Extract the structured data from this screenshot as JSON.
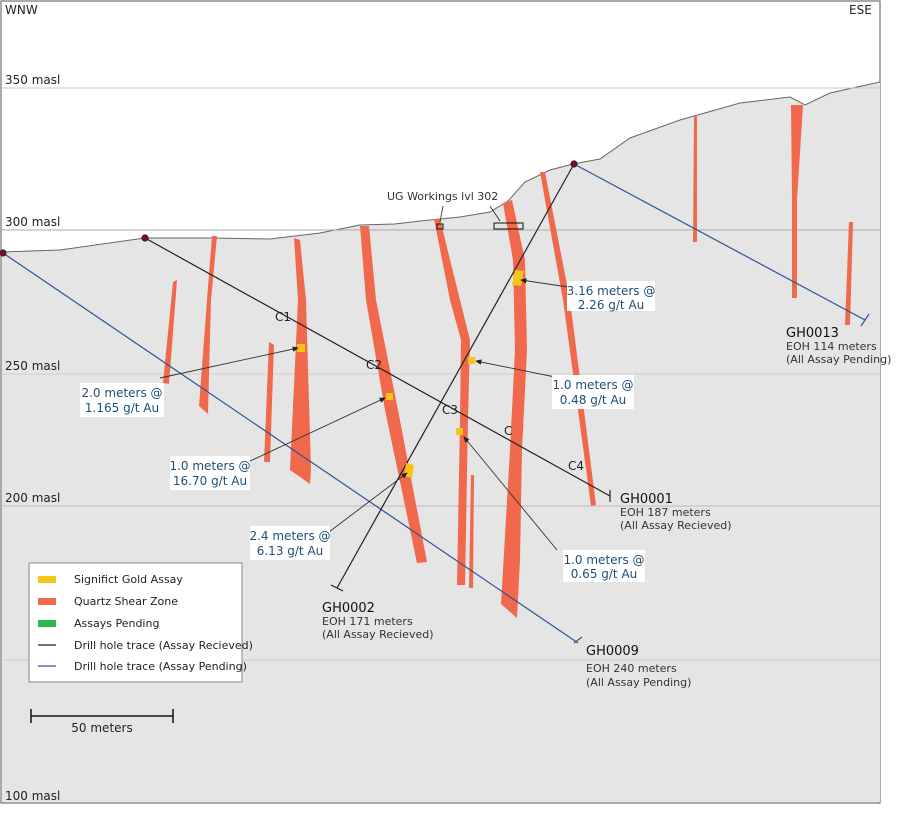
{
  "orientation": {
    "left": "WNW",
    "right": "ESE"
  },
  "elevations": [
    {
      "label": "350 masl",
      "masl": 350
    },
    {
      "label": "300 masl",
      "masl": 300
    },
    {
      "label": "250 masl",
      "masl": 250
    },
    {
      "label": "200 masl",
      "masl": 200
    },
    {
      "label": "100 masl",
      "masl": 100
    }
  ],
  "ug_label": "UG Workings lvl 302",
  "zone_labels": [
    "C1",
    "C2",
    "C3",
    "C",
    "C4"
  ],
  "drill_holes": [
    {
      "id": "GH0001",
      "eoh": "EOH 187 meters",
      "status": "(All Assay Recieved)",
      "assay_status": "received"
    },
    {
      "id": "GH0002",
      "eoh": "EOH 171 meters",
      "status": "(All Assay Recieved)",
      "assay_status": "received"
    },
    {
      "id": "GH0009",
      "eoh": "EOH 240 meters",
      "status": "(All Assay Pending)",
      "assay_status": "pending"
    },
    {
      "id": "GH0013",
      "eoh": "EOH 114 meters",
      "status": "(All Assay Pending)",
      "assay_status": "pending"
    }
  ],
  "assays": [
    {
      "line1": "2.0 meters @",
      "line2": "1.165  g/t Au"
    },
    {
      "line1": "1.0 meters @",
      "line2": "16.70 g/t Au"
    },
    {
      "line1": "2.4 meters @",
      "line2": "6.13 g/t Au"
    },
    {
      "line1": "3.16 meters @",
      "line2": "2.26 g/t Au"
    },
    {
      "line1": "1.0 meters @",
      "line2": "0.48 g/t Au"
    },
    {
      "line1": "1.0 meters @",
      "line2": "0.65 g/t Au"
    }
  ],
  "legend": [
    {
      "label": "Significt Gold Assay",
      "kind": "swatch",
      "color": "#f5c518"
    },
    {
      "label": "Quartz Shear Zone",
      "kind": "swatch",
      "color": "#f0694c"
    },
    {
      "label": "Assays Pending",
      "kind": "swatch",
      "color": "#2eb84a"
    },
    {
      "label": "Drill hole trace (Assay Recieved)",
      "kind": "line",
      "color": "#222222"
    },
    {
      "label": "Drill hole trace (Assay Pending)",
      "kind": "line",
      "color": "#2f5597"
    }
  ],
  "scale_bar": {
    "label": "50 meters"
  },
  "colors": {
    "ground": "#e5e5e5",
    "shear": "#f0694c",
    "gold": "#f5c518",
    "received_trace": "#222222",
    "pending_trace": "#2f5597",
    "annotation_text": "#1f4e79"
  }
}
